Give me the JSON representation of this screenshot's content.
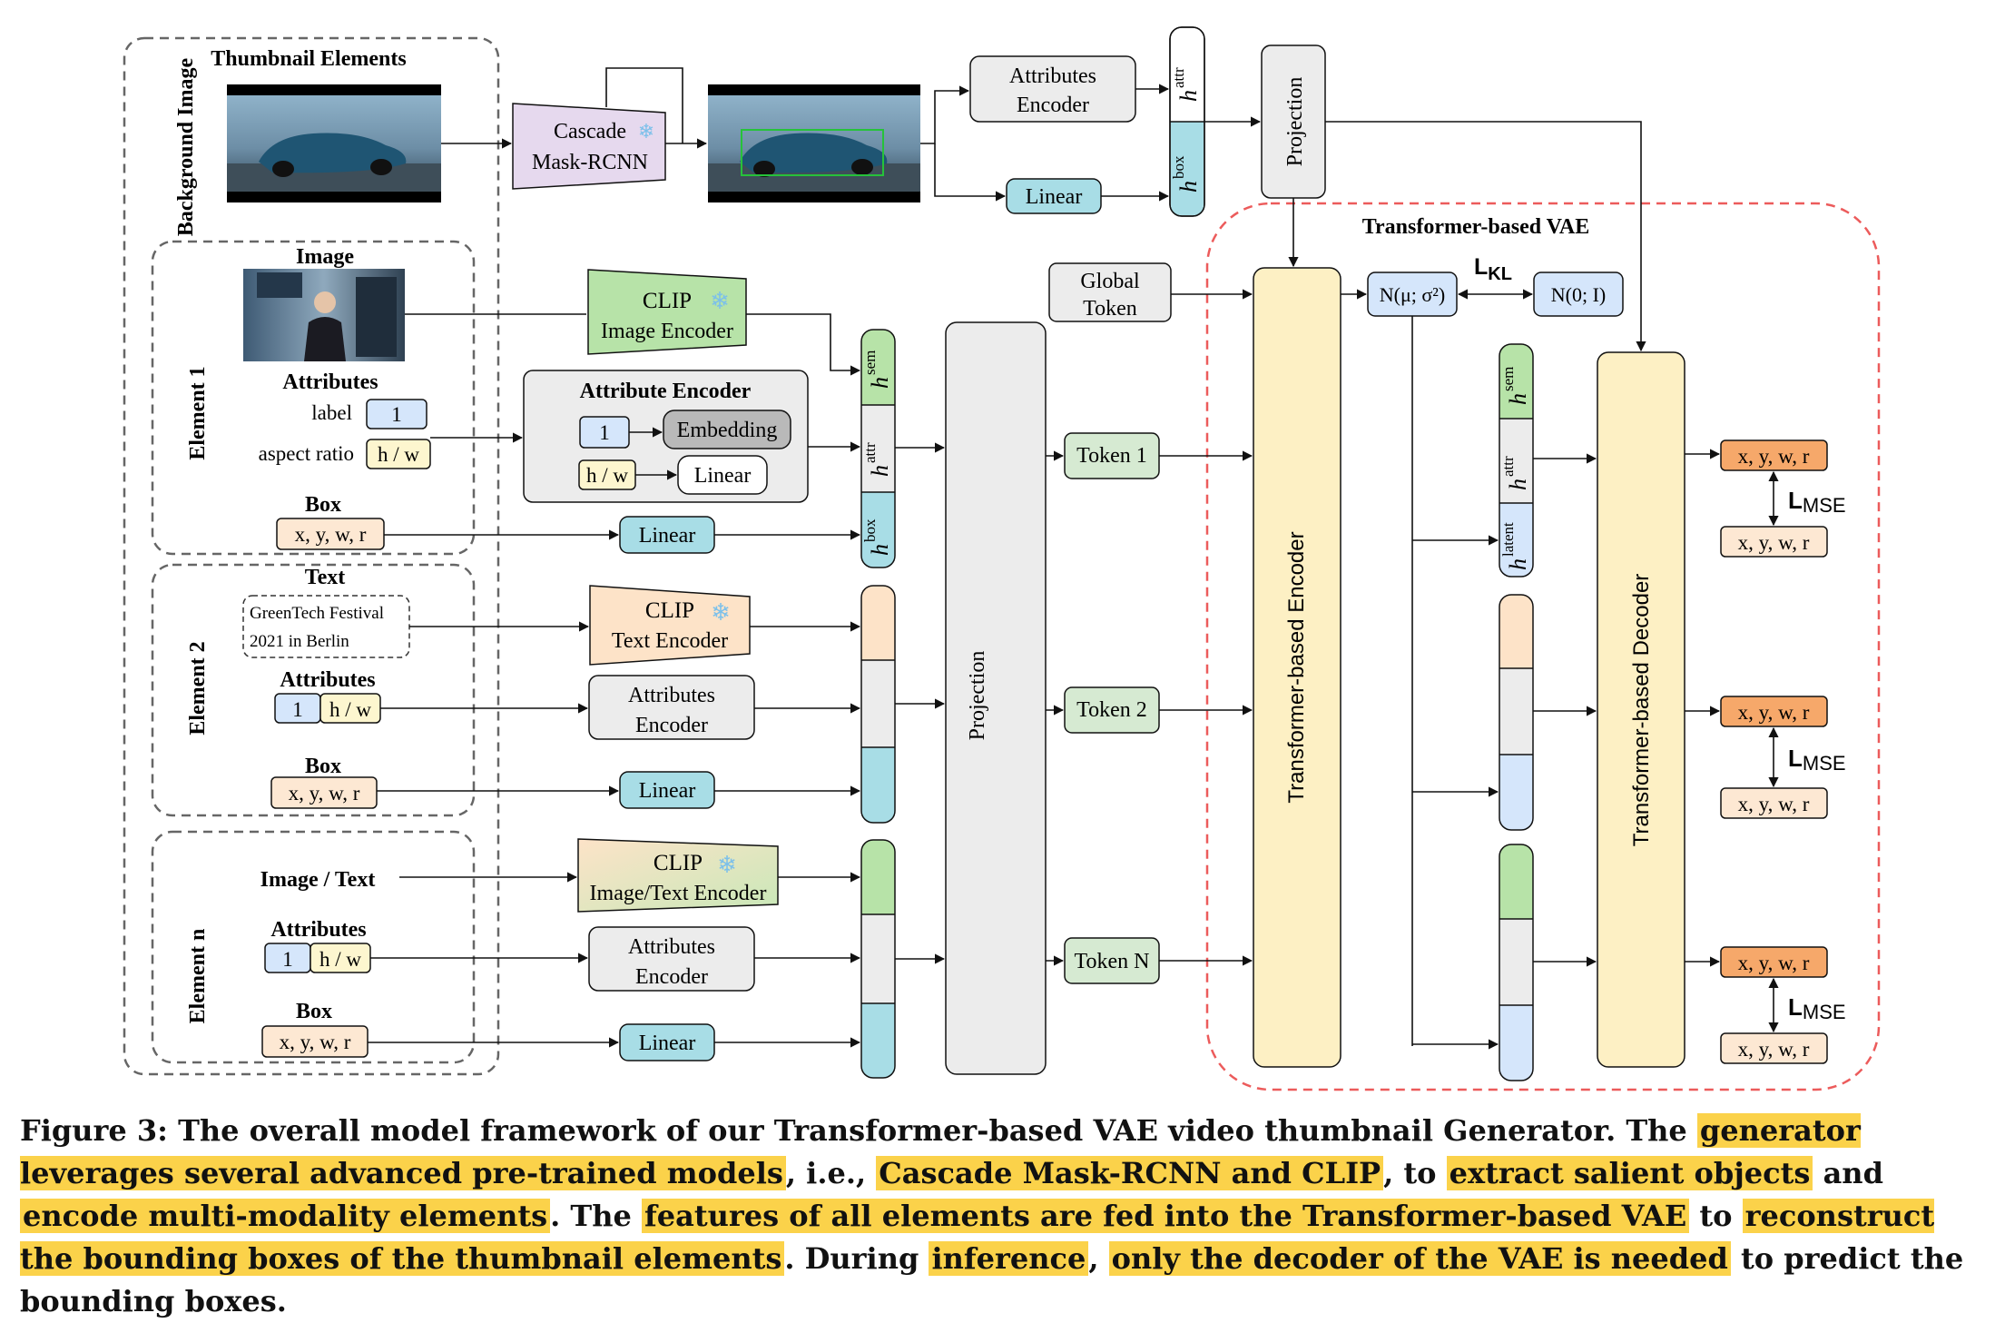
{
  "figure": {
    "thumbnail_elements_title": "Thumbnail Elements",
    "background_image_label": "Background Image",
    "cascade": {
      "line1": "Cascade",
      "line2": "Mask-RCNN"
    },
    "attributes_encoder_top": {
      "line1": "Attributes",
      "line2": "Encoder"
    },
    "linear": "Linear",
    "projection": "Projection",
    "h_attr": "attr",
    "h_box": "box",
    "h_sem": "sem",
    "h_latent": "latent",
    "h_letter": "h",
    "global_token": {
      "line1": "Global",
      "line2": "Token"
    },
    "vae_title": "Transformer-based VAE",
    "encoder": "Transformer-based Encoder",
    "decoder": "Transformer-based Decoder",
    "normal_mu": "N(μ; σ²)",
    "normal_std": "N(0; I)",
    "lkl": "LKL",
    "lkl_main": "L",
    "lkl_sub": "KL",
    "lmse_main": "L",
    "lmse_sub": "MSE",
    "element1": {
      "label": "Element 1",
      "image_title": "Image",
      "attributes_title": "Attributes",
      "label_text": "label",
      "label_value": "1",
      "aspect_text": "aspect ratio",
      "aspect_value": "h / w",
      "box_title": "Box",
      "box_value": "x, y, w, r",
      "clip": {
        "line1": "CLIP",
        "line2": "Image Encoder"
      },
      "attr_encoder_title": "Attribute Encoder",
      "embedding": "Embedding",
      "embed_input": "1",
      "linear_input": "h / w",
      "token": "Token 1"
    },
    "element2": {
      "label": "Element 2",
      "text_title": "Text",
      "text_line1": "GreenTech Festival",
      "text_line2": "2021 in Berlin",
      "attributes_title": "Attributes",
      "label_value": "1",
      "aspect_value": "h / w",
      "box_title": "Box",
      "box_value": "x, y, w, r",
      "clip": {
        "line1": "CLIP",
        "line2": "Text Encoder"
      },
      "attr_encoder": {
        "line1": "Attributes",
        "line2": "Encoder"
      },
      "token": "Token 2"
    },
    "elementn": {
      "label": "Element n",
      "input_title": "Image / Text",
      "attributes_title": "Attributes",
      "label_value": "1",
      "aspect_value": "h / w",
      "box_title": "Box",
      "box_value": "x, y, w, r",
      "clip": {
        "line1": "CLIP",
        "line2": "Image/Text Encoder"
      },
      "attr_encoder": {
        "line1": "Attributes",
        "line2": "Encoder"
      },
      "token": "Token N"
    },
    "output_box": "x, y, w, r",
    "colors": {
      "mask_rcnn": "#e6d9ee",
      "clip_image": "#b7e3a8",
      "clip_text": "#fde3c8",
      "linear": "#a8dde6",
      "label_blue": "#d5e6fb",
      "aspect_yellow": "#fdf6cf",
      "box_peach": "#fde8d3",
      "token_green": "#d6ead2",
      "vae_yellow": "#fdf0c4",
      "output_orange": "#f6a86a",
      "vae_border": "#ec5b5b",
      "highlight": "#fbd24a"
    }
  },
  "caption": {
    "p1": "Figure 3: The overall model framework of our Transformer-based VAE video thumbnail Generator. The ",
    "h1": "generator leverages several advanced pre-trained models",
    "p2": ", i.e., ",
    "h2": "Cascade Mask-RCNN and CLIP",
    "p3": ", to ",
    "h3": "extract salient objects",
    "p4": " and ",
    "h4": "encode multi-modality elements",
    "p5": ". The ",
    "h5": "features of all elements are fed into the Transformer-based VAE",
    "p6": " to ",
    "h6": "reconstruct the bounding boxes of the thumbnail elements",
    "p7": ". During ",
    "h7": "inference",
    "p8": ", ",
    "h8": "only the decoder of the VAE is needed",
    "p9": " to predict the bounding boxes."
  }
}
